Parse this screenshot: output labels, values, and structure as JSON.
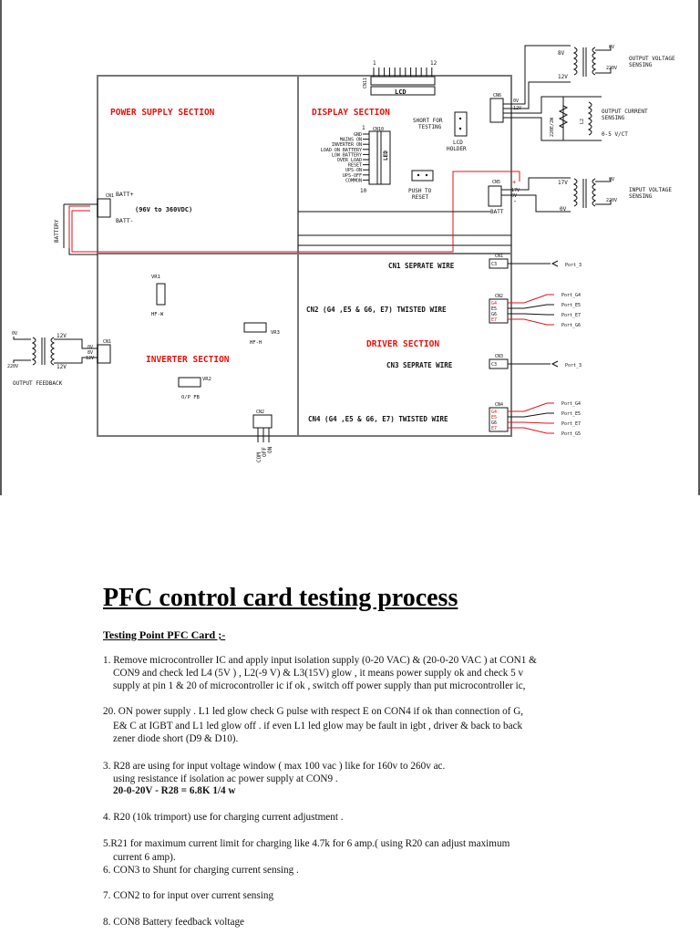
{
  "diagram": {
    "sections": {
      "power_supply": "POWER SUPPLY SECTION",
      "display": "DISPLAY SECTION",
      "inverter": "INVERTER SECTION",
      "driver": "DRIVER SECTION"
    },
    "lcd": {
      "label": "LCD",
      "connector": "CN11",
      "pin_first": "1",
      "pin_last": "12"
    },
    "led_header": {
      "connector": "CN10",
      "led_label": "LED",
      "pin_first": "1",
      "pin_last": "10",
      "signals": [
        "GND",
        "MAINS ON",
        "INVERTER ON",
        "LOAD ON BATTERY",
        "LOW BATTERY",
        "OVER LOAD",
        "RESET",
        "UPS-ON",
        "UPS-OFF",
        "COMMON"
      ]
    },
    "short_for_testing": "SHORT FOR TESTING",
    "lcd_holder": "LCD HOLDER",
    "push_to_reset": "PUSH TO RESET",
    "battery": {
      "label": "BATTERY",
      "connector": "CN1",
      "plus": "BATT+",
      "minus": "BATT-",
      "range": "(96V to 360VDC)"
    },
    "output_voltage_sensing": {
      "connector": "CN6",
      "pins": [
        "0V",
        "12V"
      ],
      "sec_top": "8V",
      "sec_bottom": "12V",
      "in_top": "0V",
      "in_bottom": "220V",
      "label": "OUTPUT VOLTAGE SENSING"
    },
    "output_current_sensing": {
      "label": "OUTPUT CURRENT SENSING",
      "range": "0-5 V/CT",
      "resistor": "220E/2W",
      "ct_label": "L2"
    },
    "input_voltage_sensing": {
      "connector": "CN5",
      "pins": [
        "0V",
        "17V",
        "0V"
      ],
      "batt": "BATT",
      "plus": "+",
      "minus": "-",
      "sec_top": "17V",
      "sec_bottom": "0V",
      "in_top": "0V",
      "in_bottom": "220V",
      "label": "INPUT VOLTAGE SENSING"
    },
    "output_feedback": {
      "connector": "CN1",
      "pins": [
        "0V",
        "8V",
        "12V"
      ],
      "sec_top": "12V",
      "sec_bottom": "12V",
      "in_top": "0V",
      "in_bottom": "220V",
      "label": "OUTPUT FEEDBACK"
    },
    "pots": [
      {
        "ref": "VR1",
        "name": "HF-W"
      },
      {
        "ref": "VR3",
        "name": "HF-H"
      },
      {
        "ref": "VR2",
        "name": "O/P FB"
      }
    ],
    "cn2_bottom": {
      "connector": "CN2",
      "pins": [
        "COM",
        "OFF",
        "ON"
      ]
    },
    "driver_rows": [
      {
        "text": "CN1 SEPRATE  WIRE",
        "connector": "CN1",
        "pins": [
          "C3"
        ],
        "ports": [
          "Port_3"
        ]
      },
      {
        "text": "CN2 (G4 ,E5 & G6, E7) TWISTED WIRE",
        "connector": "CN2",
        "pins": [
          "G4",
          "E5",
          "G6",
          "E7"
        ],
        "ports": [
          "Port_G4",
          "Port_E5",
          "Port_E7",
          "Port_G6"
        ]
      },
      {
        "text": "CN3 SEPRATE  WIRE",
        "connector": "CN3",
        "pins": [
          "C3"
        ],
        "ports": [
          "Port_3"
        ]
      },
      {
        "text": "CN4 (G4 ,E5 & G6, E7) TWISTED WIRE",
        "connector": "CN4",
        "pins": [
          "G4",
          "E5",
          "G6",
          "E7"
        ],
        "ports": [
          "Port_G4",
          "Port_E5",
          "Port_E7",
          "Port_G5"
        ]
      }
    ]
  },
  "document": {
    "title": "PFC control card testing process",
    "subtitle": "Testing Point PFC Card ;-",
    "lines": [
      {
        "text": "1. Remove microcontroller IC and apply input isolation supply (0-20 VAC) & (20-0-20 VAC ) at  CON1 &",
        "indent": false,
        "bold": false
      },
      {
        "text": "CON9 and  check  led L4 (5V ) , L2(-9 V) & L3(15V)  glow , it means power supply ok and check  5 v",
        "indent": true,
        "bold": false
      },
      {
        "text": "supply at pin 1 & 20 of  microcontroller ic if  ok , switch off power supply than put microcontroller ic,",
        "indent": true,
        "bold": false
      },
      {
        "text": "20. ON power supply .  L1 led glow check G pulse with respect E on CON4 if ok  than  connection  of  G,",
        "indent": false,
        "bold": false
      },
      {
        "text": "E& C at IGBT  and L1 led glow off . if even L1 led glow may be  fault in igbt , driver & back to back",
        "indent": true,
        "bold": false
      },
      {
        "text": "zener  diode short (D9 & D10).",
        "indent": true,
        "bold": false
      },
      {
        "text": "3. R28 are using for input voltage window ( max 100 vac ) like for 160v to 260v ac.",
        "indent": false,
        "bold": false
      },
      {
        "text": "using resistance if  isolation ac power supply at CON9 .",
        "indent": true,
        "bold": false
      },
      {
        "text": "20-0-20V  - R28 = 6.8K 1/4 w",
        "indent": true,
        "bold": true
      },
      {
        "text": "4. R20 (10k trimport) use for charging current adjustment .",
        "indent": false,
        "bold": false
      },
      {
        "text": "5.R21 for maximum current limit for charging  like 4.7k for 6 amp.(  using R20 can adjust maximum",
        "indent": false,
        "bold": false
      },
      {
        "text": "current 6 amp).",
        "indent": true,
        "bold": false
      },
      {
        "text": "6. CON3 to Shunt for charging current sensing .",
        "indent": false,
        "bold": false
      },
      {
        "text": "7. CON2 to for input over current sensing",
        "indent": false,
        "bold": false
      },
      {
        "text": "8. CON8 Battery feedback voltage",
        "indent": false,
        "bold": false
      }
    ]
  },
  "colors": {
    "section_title": "#e8100b",
    "wire_red": "#e0121b",
    "box": "#777777",
    "ink": "#111111"
  }
}
